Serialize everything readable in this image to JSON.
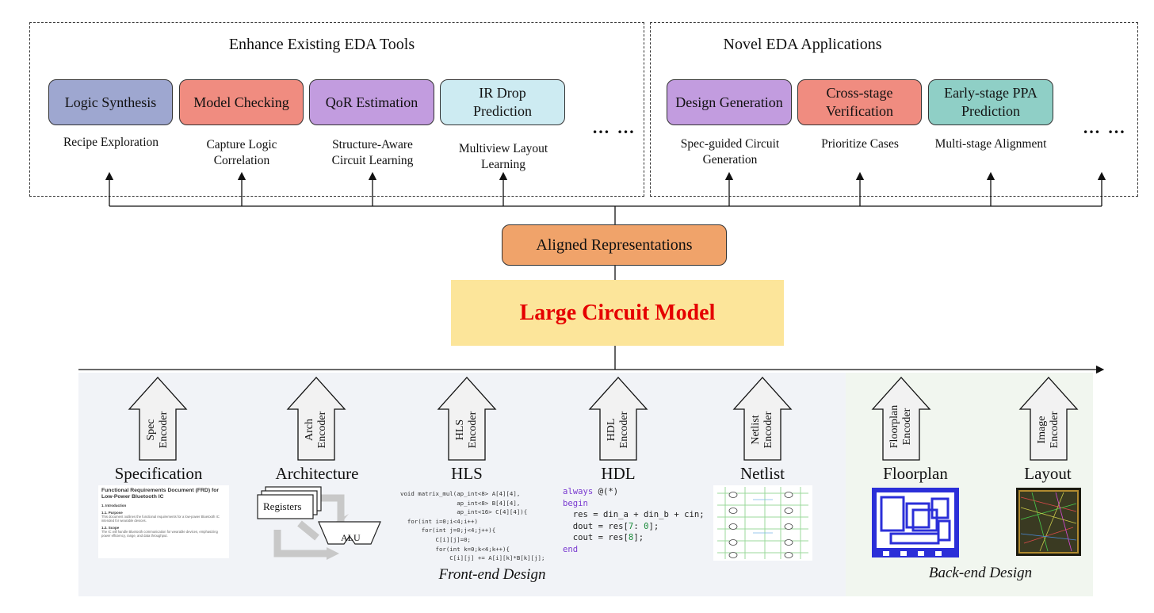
{
  "enhance": {
    "title": "Enhance Existing EDA Tools",
    "tools": [
      {
        "label": "Logic Synthesis",
        "sub": "Recipe Exploration",
        "color": "#9EA7D0"
      },
      {
        "label": "Model Checking",
        "sub": "Capture Logic Correlation",
        "color": "#F08C80"
      },
      {
        "label": "QoR Estimation",
        "sub": "Structure-Aware Circuit Learning",
        "color": "#C29CDF"
      },
      {
        "label": "IR Drop Prediction",
        "sub": "Multiview Layout Learning",
        "color": "#CDEBF2"
      }
    ],
    "ellipsis": "… …"
  },
  "novel": {
    "title": "Novel EDA Applications",
    "tools": [
      {
        "label": "Design Generation",
        "sub": "Spec-guided Circuit Generation",
        "color": "#C29CDF"
      },
      {
        "label": "Cross-stage Verification",
        "sub": "Prioritize Cases",
        "color": "#F08C80"
      },
      {
        "label": "Early-stage PPA Prediction",
        "sub": "Multi-stage Alignment",
        "color": "#8FCFC6"
      }
    ],
    "ellipsis": "… …"
  },
  "aligned_label": "Aligned Representations",
  "model_label": "Large Circuit Model",
  "encoders": [
    {
      "line1": "Spec",
      "line2": "Encoder",
      "rep": "Specification"
    },
    {
      "line1": "Arch",
      "line2": "Encoder",
      "rep": "Architecture"
    },
    {
      "line1": "HLS",
      "line2": "Encoder",
      "rep": "HLS"
    },
    {
      "line1": "HDL",
      "line2": "Encoder",
      "rep": "HDL"
    },
    {
      "line1": "Netlist",
      "line2": "Encoder",
      "rep": "Netlist"
    },
    {
      "line1": "Floorplan",
      "line2": "Encoder",
      "rep": "Floorplan"
    },
    {
      "line1": "Image",
      "line2": "Encoder",
      "rep": "Layout"
    }
  ],
  "spec_doc": {
    "heading": "Functional Requirements Document (FRD) for Low-Power Bluetooth IC",
    "s1": "1. Introduction",
    "s1_1": "1.1. Purpose",
    "p1": "This document outlines the functional requirements for a low-power Bluetooth IC intended for wearable devices.",
    "s1_2": "1.2. Scope",
    "p2": "The IC will handle Bluetooth communication for wearable devices, emphasizing power efficiency, range, and data throughput."
  },
  "arch": {
    "registers": "Registers",
    "alu": "ALU"
  },
  "hls_code": [
    "void matrix_mul(ap_int<8> A[4][4],",
    "                ap_int<8> B[4][4],",
    "                ap_int<16> C[4][4]){",
    "  for(int i=0;i<4;i++)",
    "      for(int j=0;j<4;j++){",
    "          C[i][j]=0;",
    "          for(int k=0;k<4;k++){",
    "              C[i][j] += A[i][k]*B[k][j];"
  ],
  "hdl_code": {
    "l1a": "always",
    "l1b": " @(*)",
    "l2": "begin",
    "l3": "  res = din_a + din_b + cin;",
    "l4a": "  dout = res[",
    "l4b": "7",
    "l4c": ": ",
    "l4d": "0",
    "l4e": "];",
    "l5a": "  cout = res[",
    "l5b": "8",
    "l5c": "];",
    "l6": "end"
  },
  "front_label": "Front-end Design",
  "back_label": "Back-end Design",
  "colors": {
    "aligned": "#F0A36A",
    "model_bg": "#FCE59A",
    "model_text": "#e50000"
  }
}
